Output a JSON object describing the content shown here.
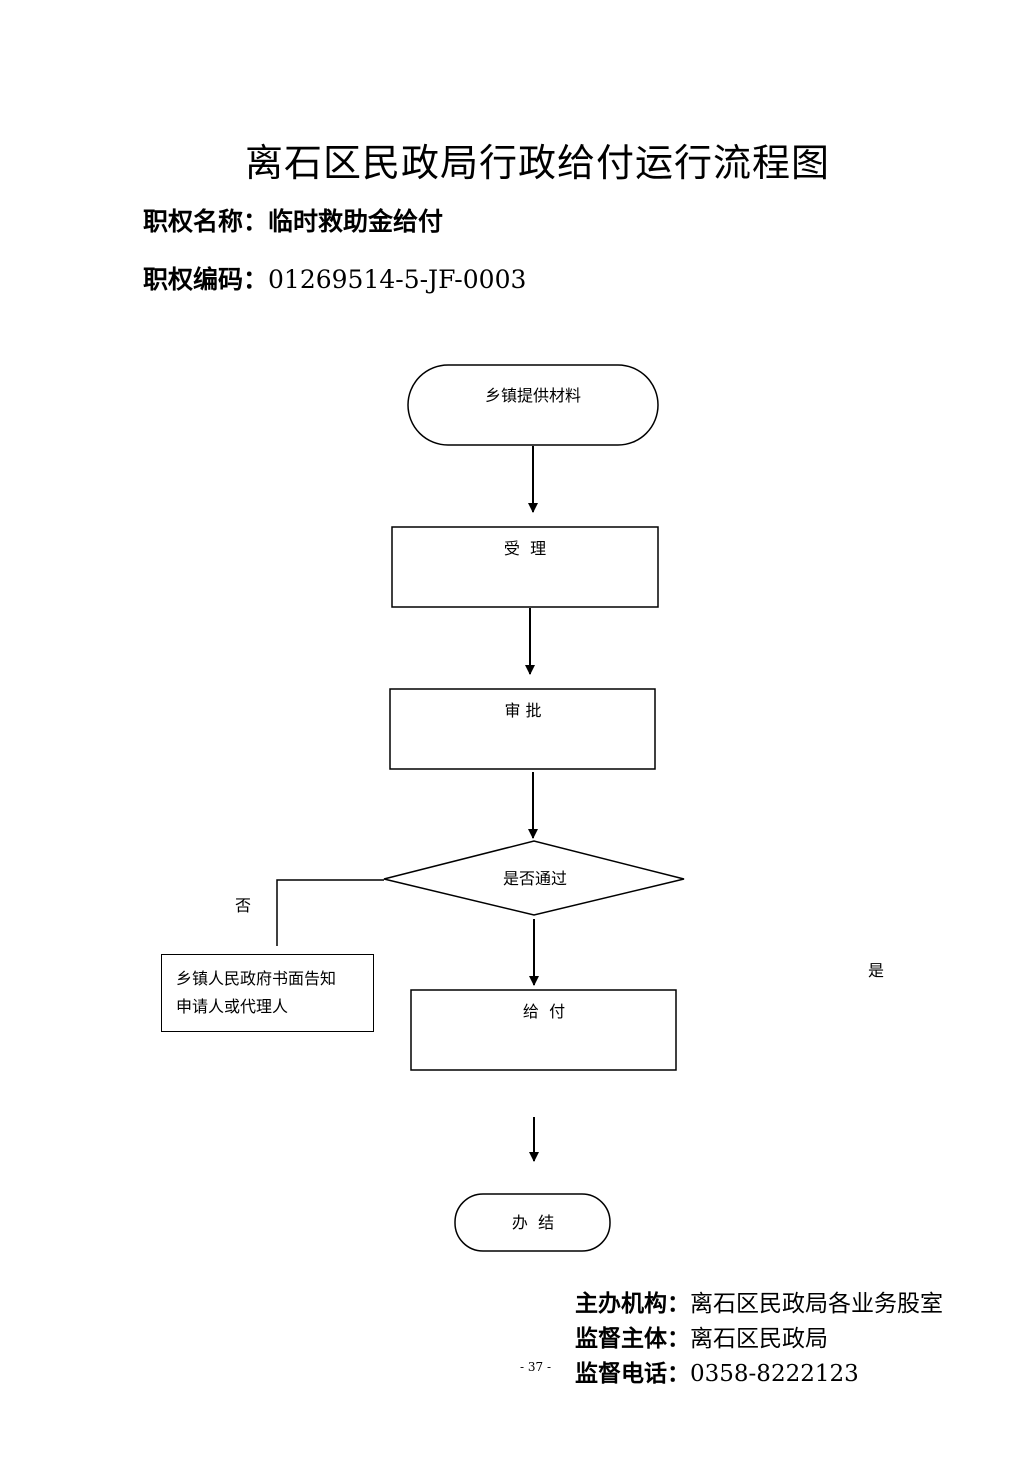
{
  "title": "离石区民政局行政给付运行流程图",
  "meta": {
    "name_label": "职权名称：",
    "name_value": "临时救助金给付",
    "code_label": "职权编码：",
    "code_value": "01269514-5-JF-0003"
  },
  "flow": {
    "start": "乡镇提供材料",
    "accept": "受  理",
    "approve": "审 批",
    "decision": "是否通过",
    "no_label": "否",
    "yes_label": "是",
    "reject_line1": "乡镇人民政府书面告知",
    "reject_line2": "申请人或代理人",
    "pay": "给  付",
    "end": "办  结"
  },
  "footer": {
    "org_label": "主办机构：",
    "org_value": "离石区民政局各业务股室",
    "sup_label": "监督主体：",
    "sup_value": "离石区民政局",
    "tel_label": "监督电话：",
    "tel_value": "0358-8222123"
  },
  "page_number": "- 37 -"
}
